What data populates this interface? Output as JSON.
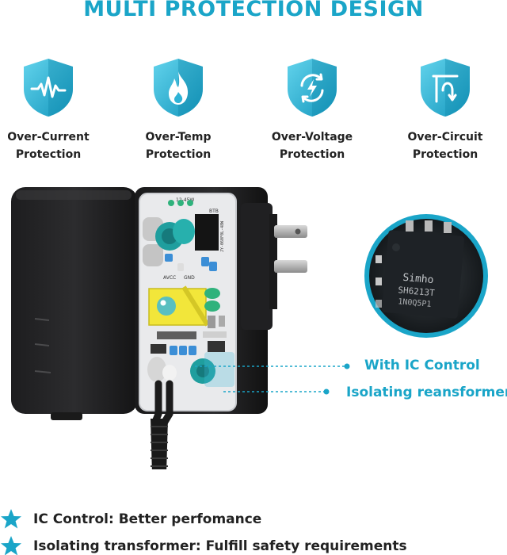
{
  "title": "MULTI PROTECTION DESIGN",
  "features": [
    {
      "line1": "Over-Current",
      "line2": "Protection",
      "icon": "pulse-wave-icon"
    },
    {
      "line1": "Over-Temp",
      "line2": "Protection",
      "icon": "flame-icon"
    },
    {
      "line1": "Over-Voltage",
      "line2": "Protection",
      "icon": "lightning-circle-icon"
    },
    {
      "line1": "Over-Circuit",
      "line2": "Protection",
      "icon": "circuit-breaker-icon"
    }
  ],
  "product": {
    "board_labels": [
      "12-45W",
      "BTB",
      "AVCC",
      "GND"
    ],
    "chip_text_line1": "Simho",
    "chip_text_line2": "SH6213T",
    "chip_text_line3": "1N0Q5P1"
  },
  "callouts": {
    "ic_control": "With IC Control",
    "transformer": "Isolating reansformer"
  },
  "bullets": [
    "IC Control: Better perfomance",
    "Isolating transformer: Fulfill safety requirements"
  ],
  "colors": {
    "accent": "#1aa5c8",
    "shield_light": "#49c6e3",
    "text": "#222222"
  }
}
